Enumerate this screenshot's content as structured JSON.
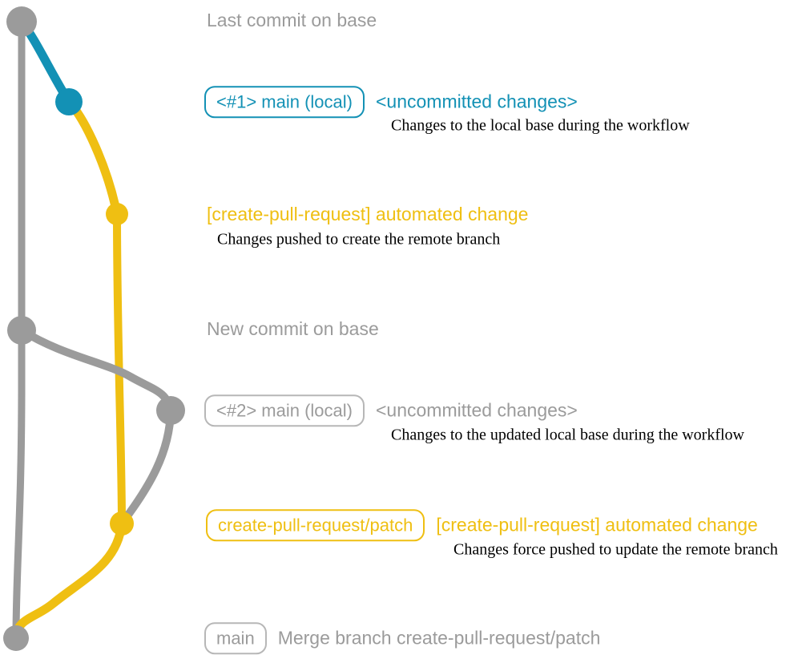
{
  "colors": {
    "gray": "#9b9b9b",
    "gray_border": "#b7b7b7",
    "blue": "#1391b5",
    "yellow": "#efbf12",
    "ink": "#000000"
  },
  "annotations": {
    "last_commit": {
      "label": "Last commit on base"
    },
    "local_commit_1": {
      "badge": "<#1> main (local)",
      "heading": "<uncommitted changes>",
      "subtext": "Changes to the local base during the workflow"
    },
    "push_1": {
      "heading": "[create-pull-request] automated change",
      "subtext": "Changes pushed to create the remote branch"
    },
    "new_commit": {
      "label": "New commit on base"
    },
    "local_commit_2": {
      "badge": "<#2> main (local)",
      "heading": "<uncommitted changes>",
      "subtext": "Changes to the updated local base during the workflow"
    },
    "push_2": {
      "badge": "create-pull-request/patch",
      "heading": "[create-pull-request] automated change",
      "subtext": "Changes force pushed to update the remote branch"
    },
    "merge": {
      "badge": "main",
      "label": "Merge branch create-pull-request/patch"
    }
  }
}
